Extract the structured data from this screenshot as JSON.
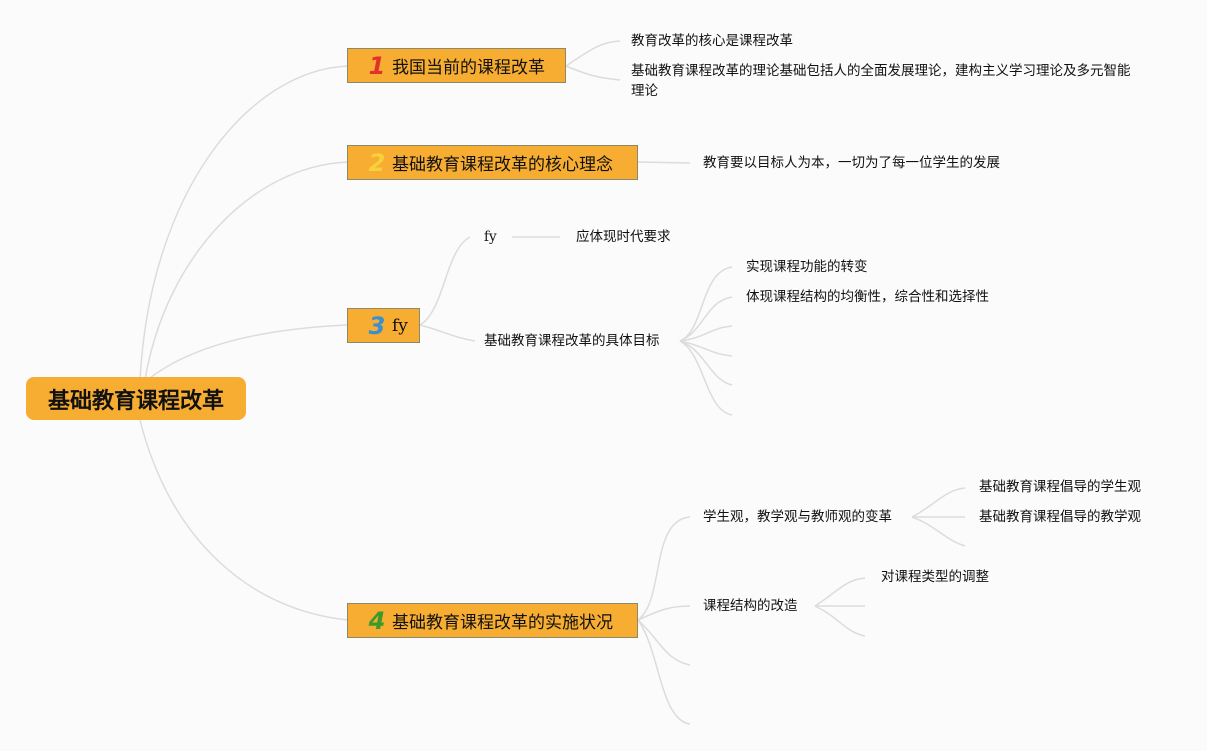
{
  "root": {
    "label": "基础教育课程改革"
  },
  "branches": [
    {
      "number": "1",
      "number_color": "#e0312a",
      "label": "我国当前的课程改革",
      "children": [
        "教育改革的核心是课程改革",
        "基础教育课程改革的理论基础包括人的全面发展理论，建构主义学习理论及多元智能理论"
      ]
    },
    {
      "number": "2",
      "number_color": "#f5d23c",
      "label": "基础教育课程改革的核心理念",
      "children": [
        "教育要以目标人为本，一切为了每一位学生的发展"
      ]
    },
    {
      "number": "3",
      "number_color": "#3a8fd0",
      "label": "fy",
      "children": [
        {
          "label": "fy",
          "children": [
            "应体现时代要求"
          ]
        },
        {
          "label": "基础教育课程改革的具体目标",
          "children": [
            "实现课程功能的转变",
            "体现课程结构的均衡性，综合性和选择性"
          ]
        }
      ]
    },
    {
      "number": "4",
      "number_color": "#3a9a2a",
      "label": "基础教育课程改革的实施状况",
      "children": [
        {
          "label": "学生观，教学观与教师观的变革",
          "children": [
            "基础教育课程倡导的学生观",
            "基础教育课程倡导的教学观"
          ]
        },
        {
          "label": "课程结构的改造",
          "children": [
            "对课程类型的调整"
          ]
        }
      ]
    }
  ]
}
